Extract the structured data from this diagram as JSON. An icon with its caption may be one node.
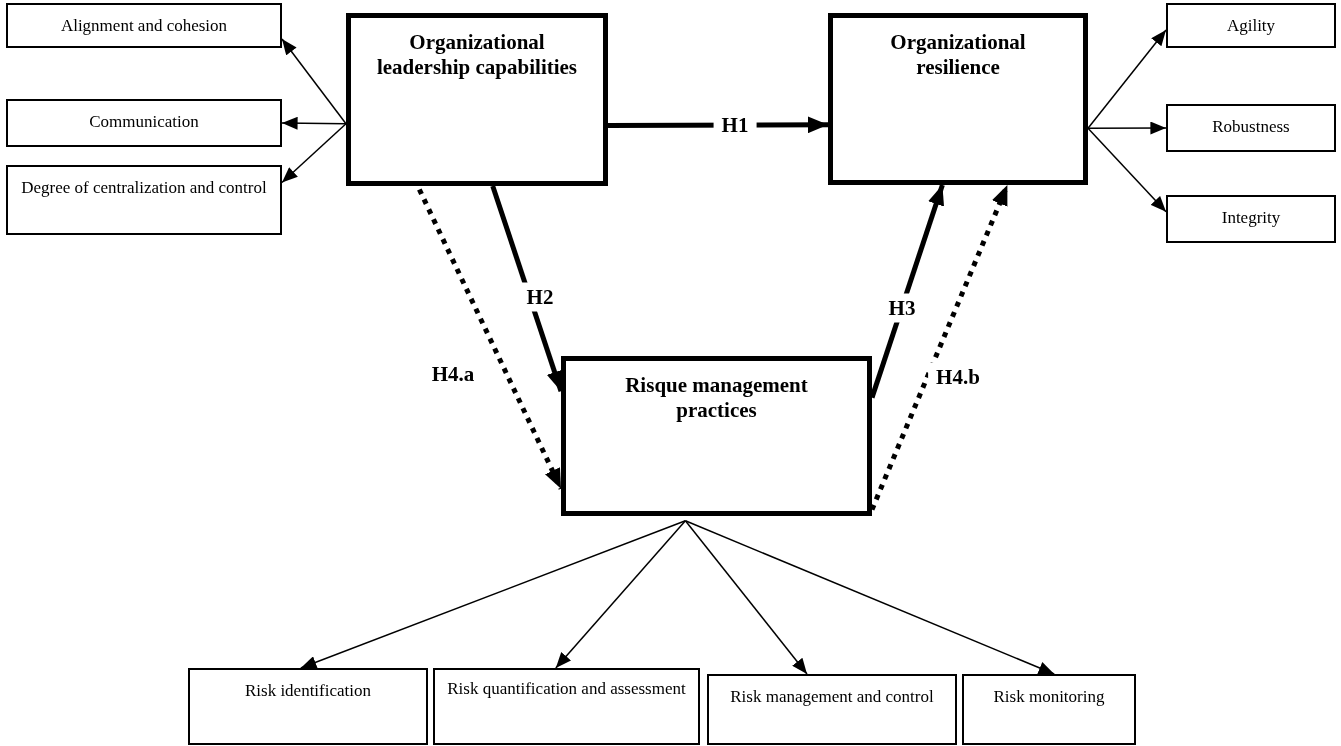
{
  "diagram": {
    "nodes": [
      {
        "text": [
          "Organizational leadership capabilities"
        ]
      },
      {
        "text": [
          "Organizational resilience"
        ]
      },
      {
        "text": [
          "Risque management practices"
        ]
      },
      {
        "text": [
          "Alignment and cohesion"
        ]
      },
      {
        "text": [
          "Communication"
        ]
      },
      {
        "text": [
          "Degree of centralization and control"
        ]
      },
      {
        "text": [
          "Agility"
        ]
      },
      {
        "text": [
          "Robustness"
        ]
      },
      {
        "text": [
          "Integrity"
        ]
      },
      {
        "text": [
          "Risk identification"
        ]
      },
      {
        "text": [
          "Risk quantification and assessment"
        ]
      },
      {
        "text": [
          "Risk management and control"
        ]
      },
      {
        "text": [
          "Risk monitoring"
        ]
      }
    ],
    "edges": [
      {
        "from": 0,
        "to": 1,
        "arrow": "to",
        "label": "H1",
        "style": "thick"
      },
      {
        "from": 0,
        "to": 2,
        "arrow": "to",
        "label": "H2",
        "style": "thick"
      },
      {
        "from": 2,
        "to": 1,
        "arrow": "to",
        "label": "H3",
        "style": "thick"
      },
      {
        "from": 0,
        "to": 2,
        "arrow": "to",
        "label": "H4.a",
        "style": "dashed"
      },
      {
        "from": 2,
        "to": 1,
        "arrow": "to",
        "label": "H4.b",
        "style": "dashed"
      },
      {
        "from": 0,
        "to": 3,
        "arrow": "to"
      },
      {
        "from": 0,
        "to": 4,
        "arrow": "to"
      },
      {
        "from": 0,
        "to": 5,
        "arrow": "to"
      },
      {
        "from": 1,
        "to": 6,
        "arrow": "to"
      },
      {
        "from": 1,
        "to": 7,
        "arrow": "to"
      },
      {
        "from": 1,
        "to": 8,
        "arrow": "to"
      },
      {
        "from": 2,
        "to": 9,
        "arrow": "to"
      },
      {
        "from": 2,
        "to": 10,
        "arrow": "to"
      },
      {
        "from": 2,
        "to": 11,
        "arrow": "to"
      },
      {
        "from": 2,
        "to": 12,
        "arrow": "to"
      }
    ]
  }
}
